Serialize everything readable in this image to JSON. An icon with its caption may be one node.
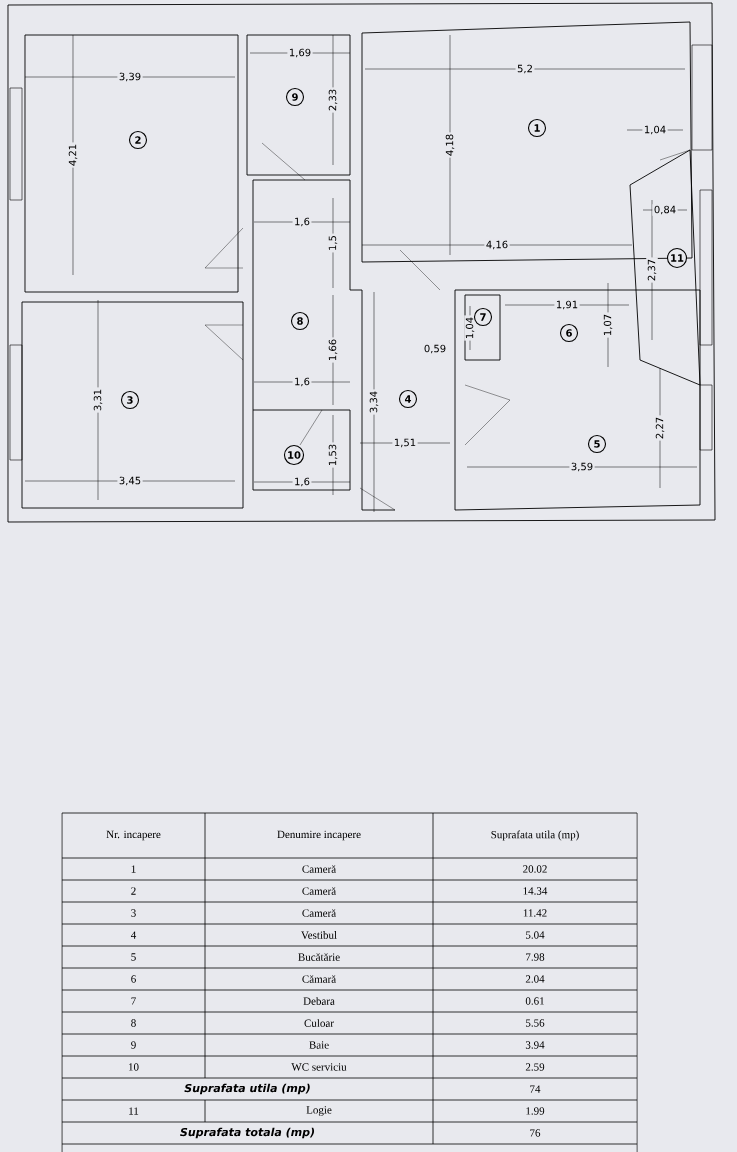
{
  "diagram": {
    "nodes": [
      {
        "text": [
          "9"
        ]
      },
      {
        "text": [
          "1"
        ]
      },
      {
        "text": [
          "2"
        ]
      },
      {
        "text": [
          "11"
        ]
      },
      {
        "text": [
          "7"
        ]
      },
      {
        "text": [
          "8"
        ]
      },
      {
        "text": [
          "6"
        ]
      },
      {
        "text": [
          "4"
        ]
      },
      {
        "text": [
          "3"
        ]
      },
      {
        "text": [
          "5"
        ]
      },
      {
        "text": [
          "10"
        ]
      }
    ],
    "labels": [
      "3,39",
      "1,69",
      "5,2",
      "2,33",
      "4,21",
      "1,04",
      "4,18",
      "1,6",
      "0,84",
      "1,5",
      "4,16",
      "2,37",
      "1,91",
      "1,04",
      "1,07",
      "0,59",
      "1,66",
      "1,6",
      "3,31",
      "3,34",
      "1,51",
      "1,53",
      "2,27",
      "3,45",
      "1,6",
      "3,59",
      "Nr. incapere",
      "Denumire incapere",
      "Suprafata utila (mp)",
      "1",
      "Cameră",
      "20.02",
      "2",
      "Cameră",
      "14.34",
      "3",
      "Cameră",
      "11.42",
      "4",
      "Vestibul",
      "5.04",
      "5",
      "Bucătărie",
      "7.98",
      "6",
      "Cămară",
      "2.04",
      "7",
      "Debara",
      "0.61",
      "8",
      "Culoar",
      "5.56",
      "9",
      "Baie",
      "3.94",
      "10",
      "WC serviciu",
      "2.59",
      "Suprafata utila (mp)",
      "74",
      "11",
      "Logie",
      "1.99",
      "Suprafata totala (mp)",
      "76"
    ]
  }
}
